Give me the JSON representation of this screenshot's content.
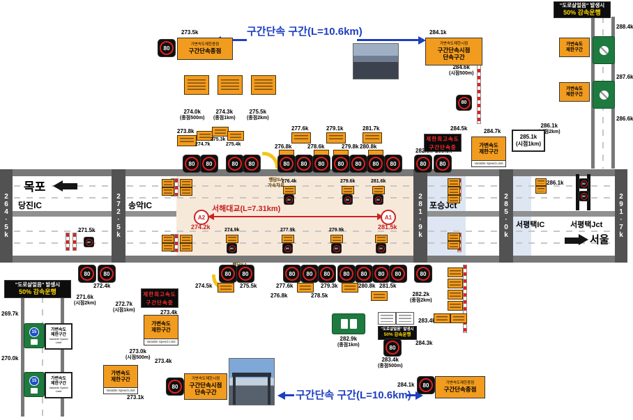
{
  "titles": {
    "section_top": "구간단속 구간(L=10.6km)",
    "section_bottom": "구간단속 구간(L=10.6km)"
  },
  "speed": {
    "value": "80"
  },
  "road": {
    "mokpo": "목포",
    "seoul": "서울",
    "dangjin_ic": "당진IC",
    "songak_ic": "송악IC",
    "poseung_jct": "포승Jct",
    "seopyeongtaek_ic": "서평택IC",
    "seopyeongtaek_jct": "서평택Jct",
    "bridge": "서해대교(L=7.31km)",
    "a1": "A1",
    "a2": "A2",
    "stations": [
      "264·5k",
      "272·5k",
      "281·9k",
      "285·0k",
      "291·7k"
    ],
    "sa_line1": "행담SA",
    "sa_line2": "가속차로"
  },
  "signs": {
    "end": {
      "line1": "가변속도제한종점",
      "line2": "구간단속종점"
    },
    "start": {
      "line1": "가변속도제한시점",
      "line2": "구간단속시점",
      "line3": "단속구간"
    },
    "led": {
      "line1": "제한최고속도",
      "line2": "구간단속중"
    },
    "ice": {
      "line1": "\"도로살얼음\" 발생시",
      "line2": "50% 감속운행"
    },
    "vsl": {
      "line1": "가변속도",
      "line2": "제한구간",
      "sub": "Variable Speed Limit"
    },
    "route_no": "15"
  },
  "paren": {
    "s500": "(시점500m)",
    "s1k": "(시점1km)",
    "s2k": "(시점2km)",
    "e500": "(종점500m)",
    "e1k": "(종점1km)",
    "e2k": "(종점2km)"
  },
  "km": {
    "k269_7": "269.7k",
    "k270_0": "270.0k",
    "k271_5": "271.5k",
    "k271_6": "271.6k",
    "k272_4": "272.4k",
    "k272_7": "272.7k",
    "k273_0": "273.0k",
    "k273_1": "273.1k",
    "k273_4": "273.4k",
    "k273_5": "273.5k",
    "k273_8": "273.8k",
    "k274_0": "274.0k",
    "k274_2": "274.2k",
    "k274_3": "274.3k",
    "k274_5": "274.5k",
    "k274_7": "274.7k",
    "k274_9": "274.9k",
    "k275_3": "275.3k",
    "k275_4": "275.4k",
    "k275_5": "275.5k",
    "k276_4": "276.4k",
    "k276_8": "276.8k",
    "k277_6": "277.6k",
    "k277_9": "277.9k",
    "k278_5": "278.5k",
    "k278_6": "278.6k",
    "k279_1": "279.1k",
    "k279_3": "279.3k",
    "k279_6": "279.6k",
    "k279_8": "279.8k",
    "k279_9": "279.9k",
    "k280_8": "280.8k",
    "k281_5": "281.5k",
    "k281_6": "281.6k",
    "k281_7": "281.7k",
    "k282_2": "282.2k",
    "k282_5": "282.5k",
    "k282_9": "282.9k",
    "k283_3": "283.3k",
    "k283_4": "283.4k",
    "k284_1": "284.1k",
    "k284_3": "284.3k",
    "k284_5": "284.5k",
    "k284_6": "284.6k",
    "k284_7": "284.7k",
    "k285_1": "285.1k",
    "k286_1": "286.1k",
    "k286_6": "286.6k",
    "k287_6": "287.6k",
    "k288_4": "288.4k"
  }
}
